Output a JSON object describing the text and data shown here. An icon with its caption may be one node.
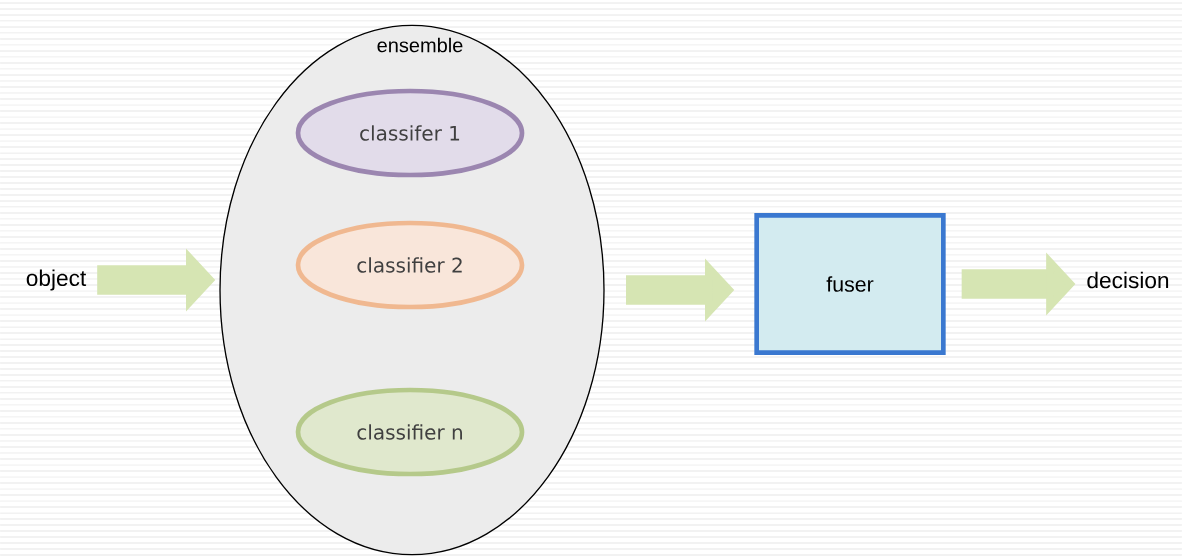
{
  "diagram": {
    "nodes": [
      {
        "text": [
          "object"
        ]
      },
      {
        "text": [
          "ensemble"
        ]
      },
      {
        "text": [
          "classifer 1"
        ],
        "in": 1
      },
      {
        "text": [
          "classifier 2"
        ],
        "in": 1
      },
      {
        "text": [
          "classifier n"
        ],
        "in": 1
      },
      {
        "text": [
          "fuser"
        ]
      },
      {
        "text": [
          "decision"
        ]
      }
    ],
    "edges": [
      {
        "from": 0,
        "to": 1,
        "arrow": "to"
      },
      {
        "from": 1,
        "to": 5,
        "arrow": "to"
      },
      {
        "from": 5,
        "to": 6,
        "arrow": "to"
      }
    ]
  }
}
